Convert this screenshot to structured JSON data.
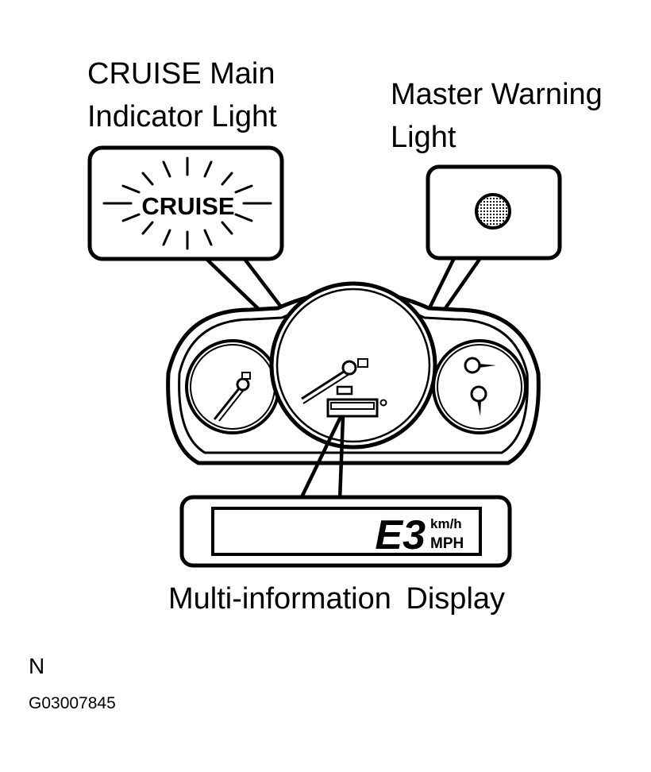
{
  "labels": {
    "cruise_line1": "CRUISE Main",
    "cruise_line2": "Indicator Light",
    "warning_line1": "Master Warning",
    "warning_line2": "Light",
    "multi_info": "Multi-information Display",
    "note": "N",
    "figure_code": "G03007845"
  },
  "cruise_callout": {
    "indicator_text": "CRUISE"
  },
  "display": {
    "code": "E3",
    "unit_top": "km/h",
    "unit_bottom": "MPH"
  },
  "icons": [
    "cruise-indicator-icon",
    "master-warning-light-icon",
    "fuel-gauge-icon",
    "temperature-gauge-icon"
  ]
}
